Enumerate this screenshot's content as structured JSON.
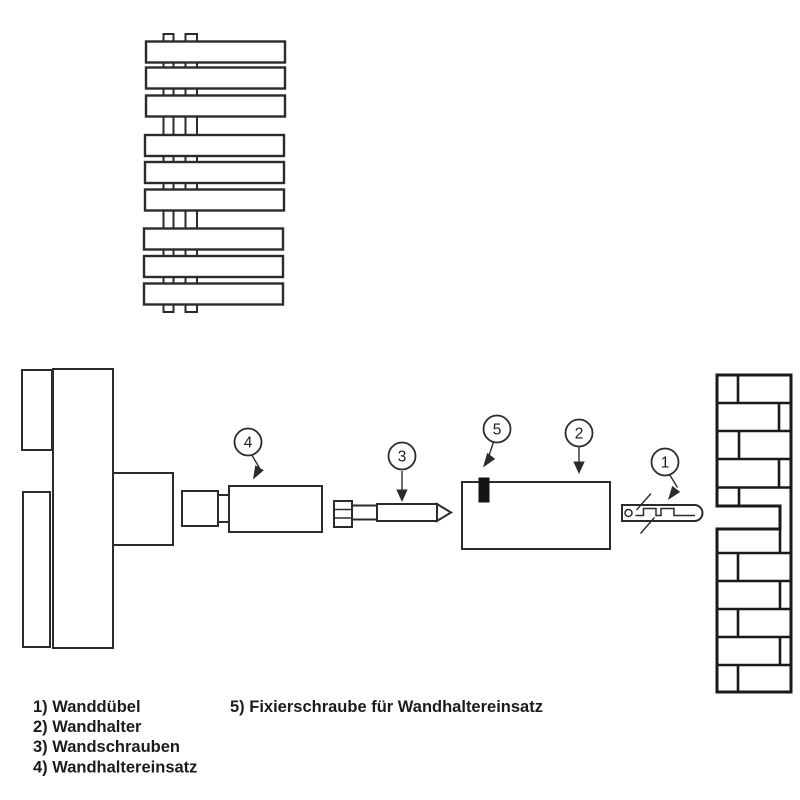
{
  "colors": {
    "background": "#ffffff",
    "line": "#2b2b2b",
    "wall_line": "#1a1a1a",
    "text": "#1c1c1c",
    "screw_fill": "#141414"
  },
  "callouts": {
    "c1": "1",
    "c2": "2",
    "c3": "3",
    "c4": "4",
    "c5": "5"
  },
  "legend": {
    "left": [
      "1) Wanddübel",
      "2) Wandhalter",
      "3) Wandschrauben",
      "4) Wandhaltereinsatz"
    ],
    "right": [
      "5) Fixierschraube für Wandhaltereinsatz"
    ]
  }
}
